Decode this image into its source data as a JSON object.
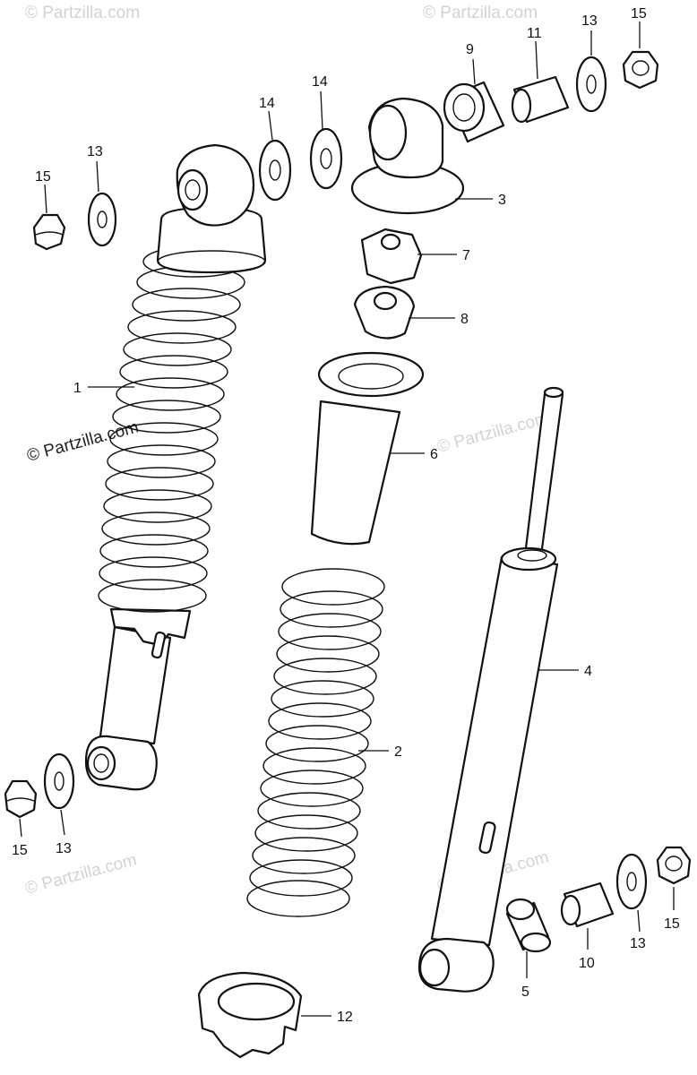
{
  "watermark": {
    "text": "© Partzilla.com",
    "prominent_text": "© Partzilla.com"
  },
  "labels": {
    "p1": "1",
    "p2": "2",
    "p3": "3",
    "p4": "4",
    "p5": "5",
    "p6": "6",
    "p7": "7",
    "p8": "8",
    "p9": "9",
    "p10": "10",
    "p11": "11",
    "p12": "12",
    "p13_a": "13",
    "p13_b": "13",
    "p13_c": "13",
    "p13_d": "13",
    "p14_a": "14",
    "p14_b": "14",
    "p15_a": "15",
    "p15_b": "15",
    "p15_c": "15",
    "p15_d": "15"
  },
  "colors": {
    "line": "#111111",
    "watermark": "#d3d3d3",
    "background": "#ffffff"
  }
}
